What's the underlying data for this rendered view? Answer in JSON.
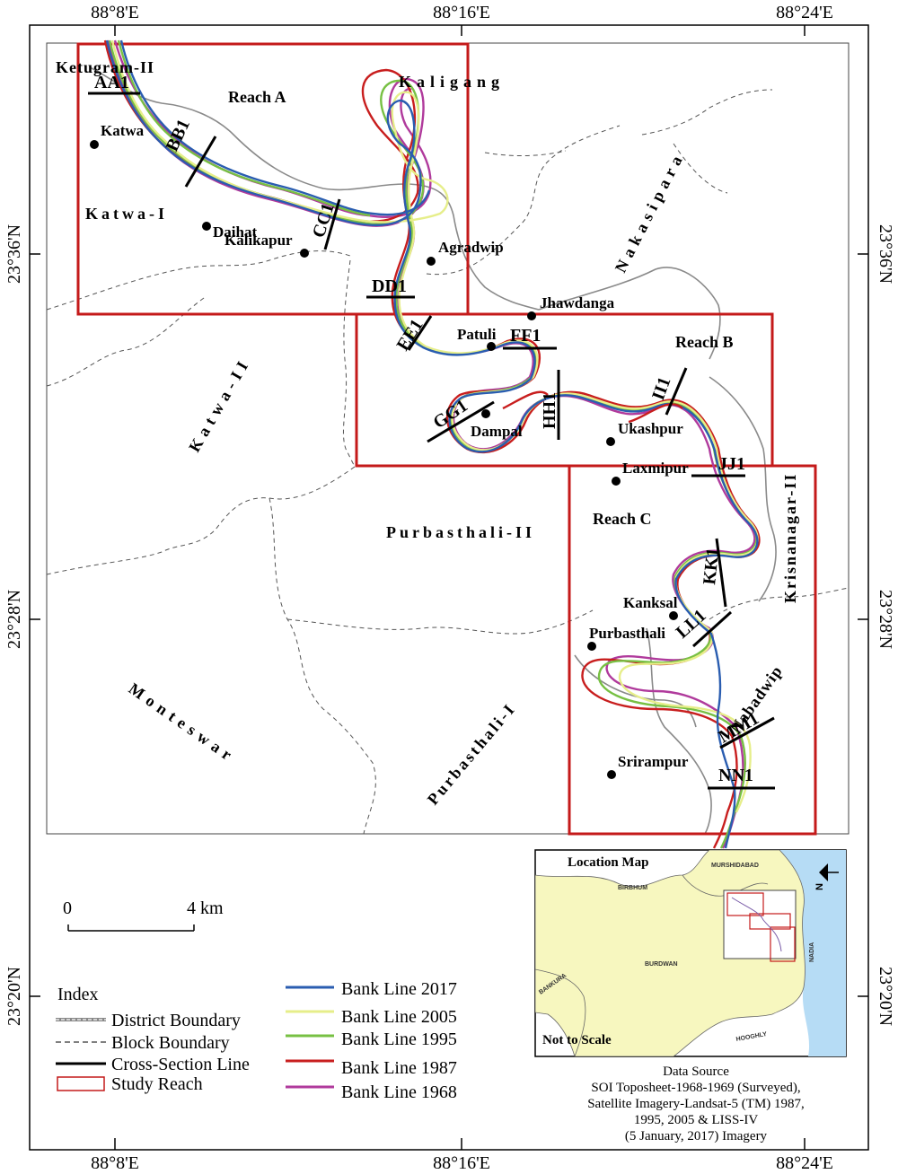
{
  "coordinates": {
    "top_lon": [
      "88°8'E",
      "88°16'E",
      "88°24'E"
    ],
    "bottom_lon": [
      "88°8'E",
      "88°16'E",
      "88°24'E"
    ],
    "left_lat": [
      "23°36'N",
      "23°28'N",
      "23°20'N"
    ],
    "right_lat": [
      "23°36'N",
      "23°28'N",
      "23°20'N"
    ]
  },
  "reaches": [
    "Reach A",
    "Reach B",
    "Reach C"
  ],
  "blocks": [
    "Ketugram-II",
    "Kaligang",
    "Katwa-I",
    "Nakasipara",
    "Katwa-II",
    "Purbasthali-II",
    "Krisnanagar-II",
    "Monteswar",
    "Purbasthali-I",
    "Nabadwip"
  ],
  "places": [
    "Katwa",
    "Daihat",
    "Kalikapur",
    "Agradwip",
    "Jhawdanga",
    "Patuli",
    "Dampal",
    "Ukashpur",
    "Laxmipur",
    "Kanksal",
    "Purbasthali",
    "Srirampur"
  ],
  "cross_sections": [
    "AA1",
    "BB1",
    "CC1",
    "DD1",
    "EE1",
    "FF1",
    "GG1",
    "HH1",
    "II1",
    "JJ1",
    "KK1",
    "LL1",
    "MM1",
    "NN1"
  ],
  "scale": {
    "start": "0",
    "end": "4 km"
  },
  "legend": {
    "title": "Index",
    "items": [
      "District Boundary",
      "Block Boundary",
      "Cross-Section Line",
      "Study Reach"
    ],
    "bank_lines": [
      {
        "label": "Bank Line 2017",
        "color": "#2a5db0"
      },
      {
        "label": "Bank Line 2005",
        "color": "#e6ee8a"
      },
      {
        "label": "Bank Line 1995",
        "color": "#77c043"
      },
      {
        "label": "Bank Line 1987",
        "color": "#c81e1e"
      },
      {
        "label": "Bank Line 1968",
        "color": "#b03a9c"
      }
    ]
  },
  "inset": {
    "title": "Location Map",
    "districts": [
      "BIRBHUM",
      "MURSHIDABAD",
      "BURDWAN",
      "BANKURA",
      "NADIA",
      "HOOGHLY"
    ],
    "note": "Not to Scale",
    "north": "N"
  },
  "data_source": {
    "title": "Data Source",
    "lines": [
      "SOI Toposheet-1968-1969 (Surveyed),",
      "Satellite Imagery-Landsat-5 (TM) 1987,",
      "1995, 2005 & LISS-IV",
      "(5 January, 2017) Imagery"
    ]
  },
  "colors": {
    "study_reach": "#c41a1a",
    "block_boundary": "#555555",
    "district_boundary": "#888888",
    "inset_land": "#f7f7bf",
    "inset_water": "#b6dcf5"
  }
}
